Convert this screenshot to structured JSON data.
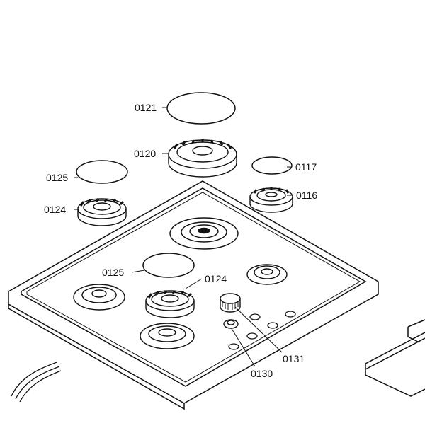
{
  "diagram": {
    "labels": {
      "cap_large": "0121",
      "burner_large": "0120",
      "cap_small": "0117",
      "burner_small": "0116",
      "cap_medium_top": "0125",
      "burner_medium_top": "0124",
      "cap_medium_hob": "0125",
      "burner_medium_hob": "0124",
      "knob_spindle": "0130",
      "knob": "0131"
    }
  }
}
